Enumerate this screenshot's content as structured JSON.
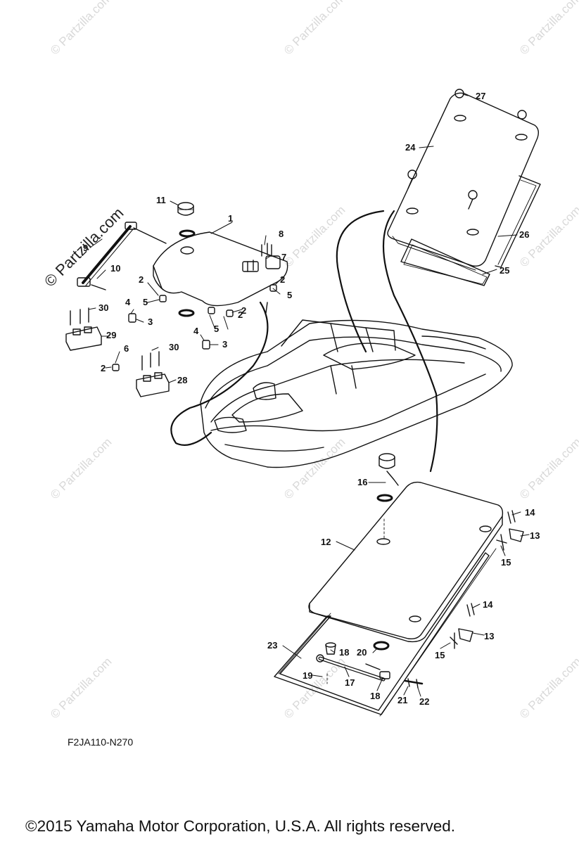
{
  "watermark": "© Partzilla.com",
  "diagram_code": "F2JA110-N270",
  "copyright": "©2015  Yamaha Motor Corporation, U.S.A. All rights reserved.",
  "callouts": [
    "1",
    "2",
    "2",
    "2",
    "2",
    "2",
    "3",
    "3",
    "4",
    "4",
    "5",
    "5",
    "5",
    "6",
    "7",
    "8",
    "9",
    "10",
    "11",
    "12",
    "13",
    "13",
    "14",
    "14",
    "15",
    "15",
    "16",
    "17",
    "18",
    "18",
    "19",
    "20",
    "21",
    "22",
    "23",
    "24",
    "25",
    "26",
    "27",
    "28",
    "29",
    "30",
    "30"
  ]
}
